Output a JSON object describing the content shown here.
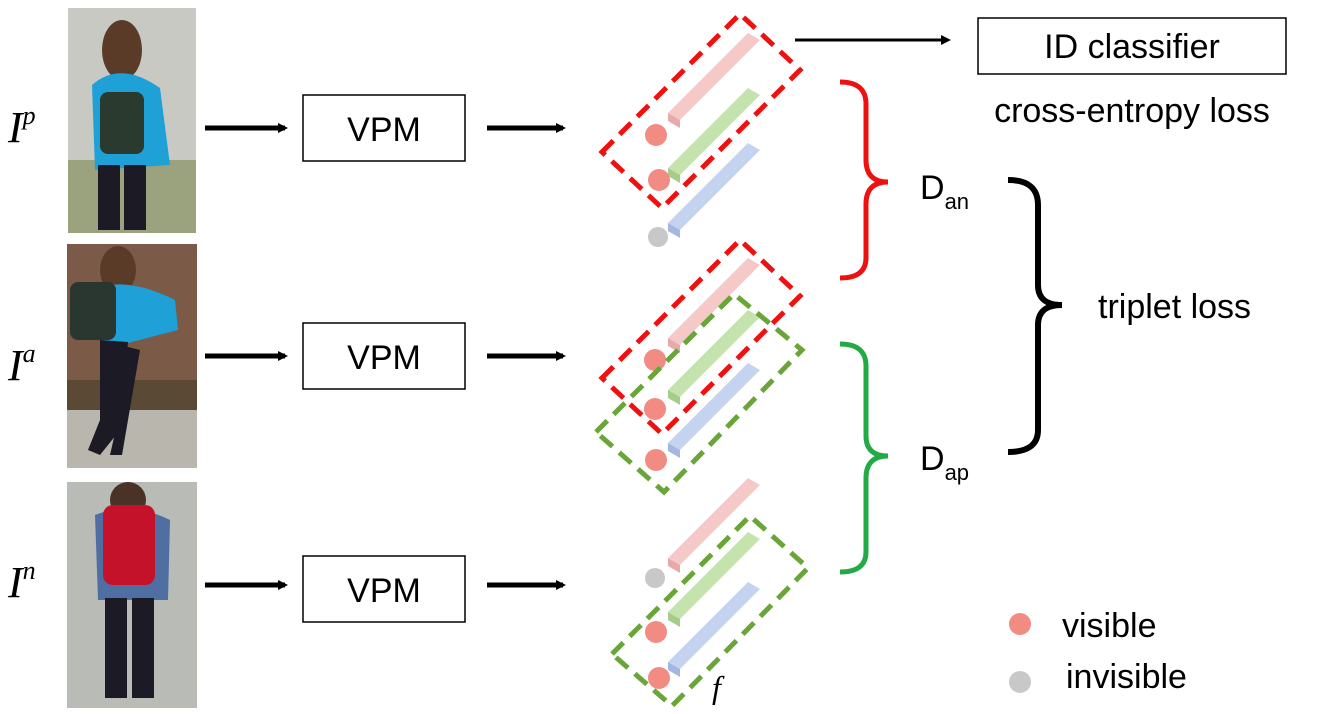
{
  "rows": [
    {
      "image_symbol": "I",
      "image_superscript": "p",
      "module_label": "VPM"
    },
    {
      "image_symbol": "I",
      "image_superscript": "a",
      "module_label": "VPM"
    },
    {
      "image_symbol": "I",
      "image_superscript": "n",
      "module_label": "VPM"
    }
  ],
  "classifier": {
    "label": "ID classifier",
    "loss_label": "cross-entropy loss"
  },
  "distances": {
    "an": {
      "main": "D",
      "sub": "an"
    },
    "ap": {
      "main": "D",
      "sub": "ap"
    }
  },
  "triplet_label": "triplet loss",
  "feature_label": "f",
  "legend": [
    {
      "label": "visible",
      "color": "#f28b82"
    },
    {
      "label": "invisible",
      "color": "#c8c8c8"
    }
  ],
  "colors": {
    "bar_top": "#f4b8b8",
    "bar_mid": "#b9dba0",
    "bar_bottom": "#b7c8ec",
    "dashed_red": "#ee1111",
    "dashed_green": "#6aa53a",
    "brace_red": "#ee1111",
    "brace_green": "#22aa44"
  }
}
